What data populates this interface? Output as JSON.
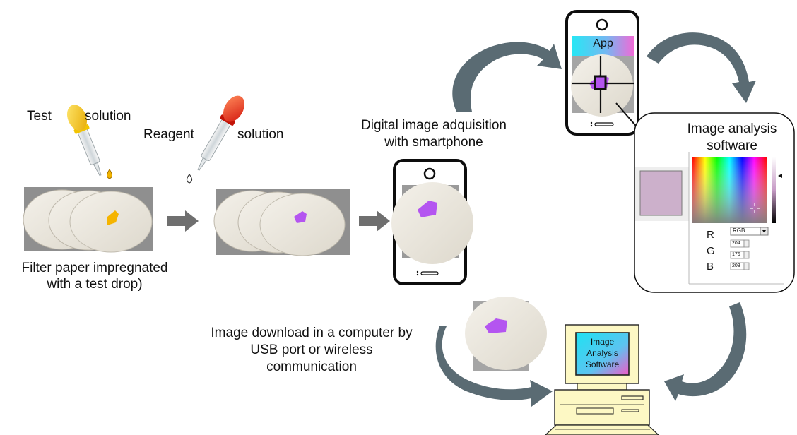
{
  "labels": {
    "test": "Test",
    "solution_1": "solution",
    "reagent": "Reagent",
    "solution_2": "solution",
    "filter_paper_line1": "Filter paper impregnated",
    "filter_paper_line2": "with a test drop)",
    "digital_line1": "Digital image adquisition",
    "digital_line2": "with smartphone",
    "analysis_line1": "Image analysis",
    "analysis_line2": "software",
    "download_line1": "Image download in a computer by",
    "download_line2": "USB port  or wireless",
    "download_line3": "communication"
  },
  "app_phone": {
    "banner": "App"
  },
  "software_panel": {
    "mode": "RGB",
    "channels": [
      {
        "name": "R",
        "value": "204"
      },
      {
        "name": "G",
        "value": "176"
      },
      {
        "name": "B",
        "value": "203"
      }
    ]
  },
  "computer": {
    "screen_line1": "Image",
    "screen_line2": "Analysis",
    "screen_line3": "Software"
  },
  "colors": {
    "test_drop": "#f5b400",
    "reagent_spot": "#b455f0",
    "swatch": "#ccb0cb",
    "arrow": "#5a6b73"
  }
}
